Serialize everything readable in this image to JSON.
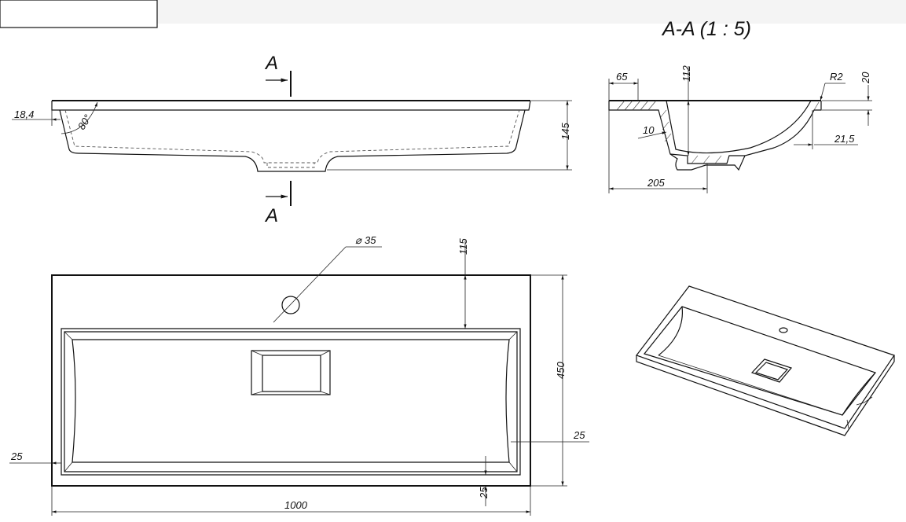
{
  "section_title": "A-A (1 : 5)",
  "section_markers": {
    "top": "A",
    "bottom": "A"
  },
  "front_view": {
    "left_wall_offset": "18,4",
    "wall_angle": "80°",
    "height": "145"
  },
  "section_view": {
    "rim_width": "65",
    "depth": "112",
    "radius": "R2",
    "rim_thickness": "20",
    "wall_thickness": "10",
    "back_offset": "21,5",
    "drain_offset": "205"
  },
  "top_view": {
    "hole_diameter": "35",
    "hole_distance": "115",
    "width": "450",
    "right_margin": "25",
    "left_margin": "25",
    "bottom_margin": "25",
    "length": "1000"
  }
}
